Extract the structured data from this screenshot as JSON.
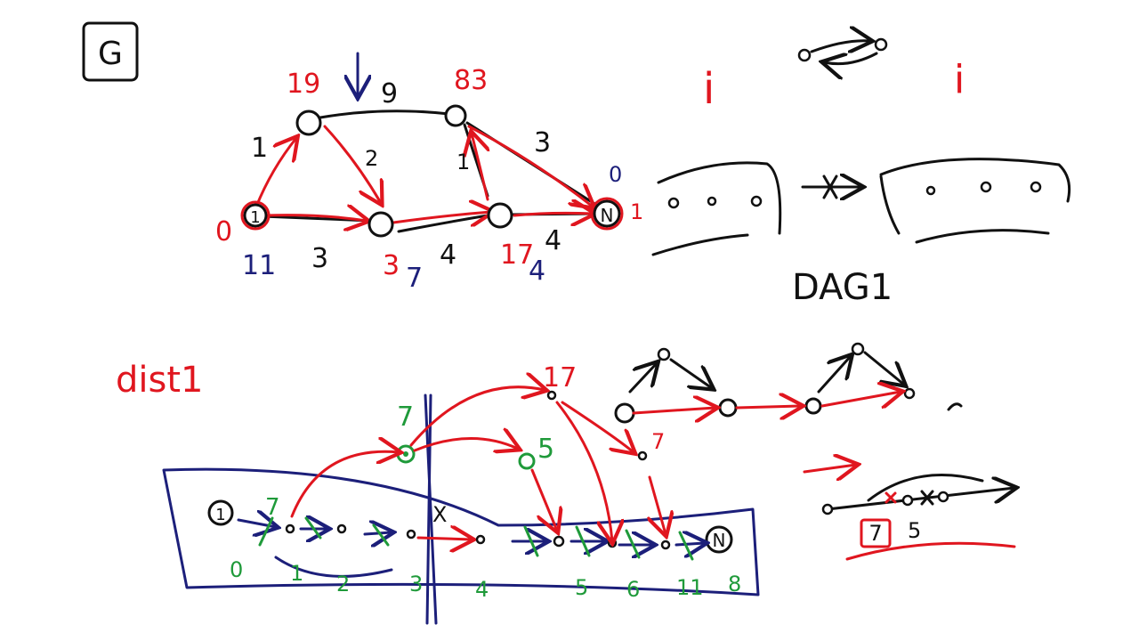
{
  "colors": {
    "black_ink": "#111111",
    "red_ink": "#e0161f",
    "blue_ink": "#1c1f7a",
    "green_ink": "#1f9a3a",
    "background": "#ffffff"
  },
  "title_box": {
    "label": "G"
  },
  "graph": {
    "source_label": "1",
    "sink_label": "N",
    "edge_weights": {
      "src_top": "1",
      "top_mid": "2",
      "top_right": "9",
      "right_up": "1",
      "right_sink": "3",
      "src_mid": "3",
      "mid_low": "4",
      "low_sink": "4"
    },
    "dist_labels": {
      "source": "0",
      "top": "19",
      "mid": "3",
      "low": "17",
      "topright": "83",
      "sink": "0"
    },
    "blue_labels": {
      "source": "11",
      "mid": "7",
      "low": "4"
    },
    "sink_side_mark": "1"
  },
  "right_panel": {
    "red_letter_left": "i",
    "red_letter_right": "i",
    "dag_label": "DAG1"
  },
  "dist_label": "dist1",
  "strip": {
    "start_label": "1",
    "end_label": "N",
    "cut_mark": "X",
    "green_indices": [
      "0",
      "1",
      "2",
      "3",
      "4",
      "5",
      "6",
      "11",
      "8"
    ],
    "green_top_labels": [
      "7",
      "5"
    ],
    "red_top_labels": [
      "17",
      "7"
    ],
    "small_green_seven": "7"
  },
  "bottom_right": {
    "boxed_label": "7",
    "side_number": "5"
  }
}
